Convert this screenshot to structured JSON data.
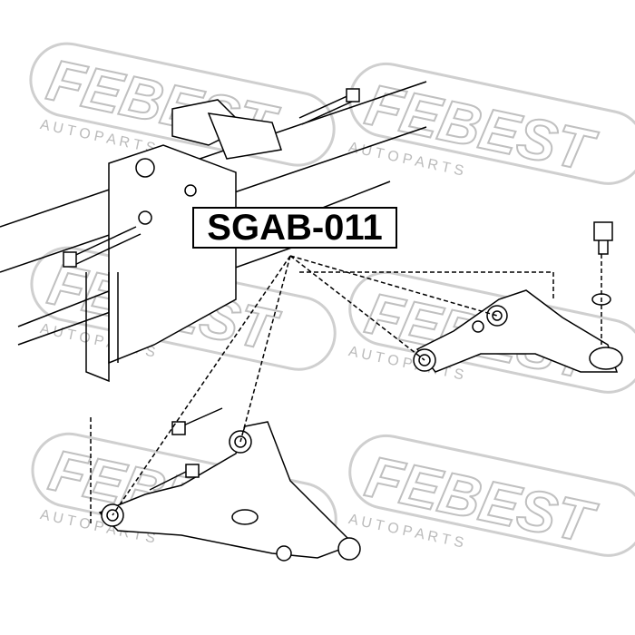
{
  "part_number": "SGAB-011",
  "watermark": {
    "brand": "FEBEST",
    "subtitle": "A U T O   P A R T S"
  },
  "colors": {
    "watermark": "#c8c8c8",
    "lines": "#000000"
  }
}
